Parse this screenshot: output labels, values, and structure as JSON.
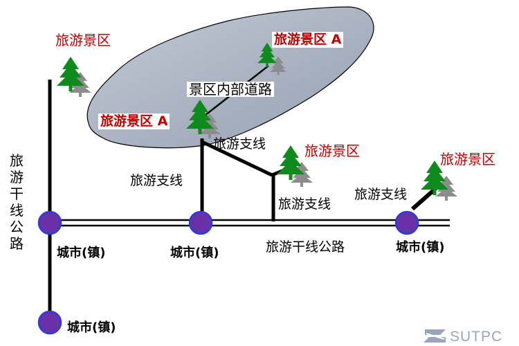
{
  "labels": {
    "scenic_top_left": "旅游景区",
    "scenic_a_top": "旅游景区 A",
    "scenic_a_left": "旅游景区 A",
    "internal_road": "景区内部道路",
    "scenic_mid": "旅游景区",
    "scenic_right": "旅游景区",
    "branch_upper": "旅游支线",
    "branch_left": "旅游支线",
    "branch_center": "旅游支线",
    "branch_right": "旅游支线",
    "highway_horizontal": "旅游干线公路",
    "highway_vertical": "旅游干线公路",
    "city_1": "城市(镇)",
    "city_2": "城市(镇)",
    "city_3": "城市(镇)",
    "city_4": "城市(镇)"
  },
  "logo": {
    "text": "SUTPC",
    "color": "#9aa4bd"
  },
  "colors": {
    "lake_fill": "#a9b3c2",
    "lake_stroke": "#000000",
    "city_fill": "#6b2fa8",
    "city_stroke": "#2b3dd8",
    "tree_front": "#0f8a1c",
    "tree_back": "#8c8c8c",
    "scenic_text": "#c00000",
    "road": "#000000"
  },
  "icons": [
    "tree-icon",
    "city-node-icon",
    "lake-shape",
    "sutpc-logo-icon"
  ]
}
